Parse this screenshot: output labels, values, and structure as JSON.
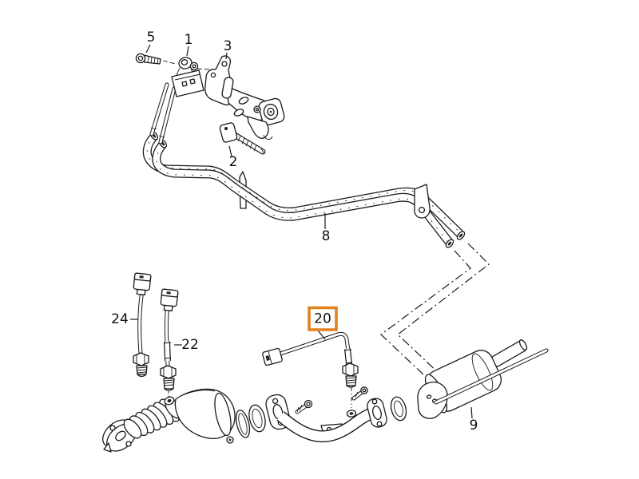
{
  "diagram": {
    "background_color": "#ffffff",
    "line_color": "#1a1a1a",
    "highlight": {
      "color": "#e2811f",
      "selected_part": "20"
    },
    "callouts": {
      "c5": "5",
      "c1": "1",
      "c3": "3",
      "c2": "2",
      "c8": "8",
      "c9": "9",
      "c20": "20",
      "c22": "22",
      "c24": "24"
    }
  }
}
